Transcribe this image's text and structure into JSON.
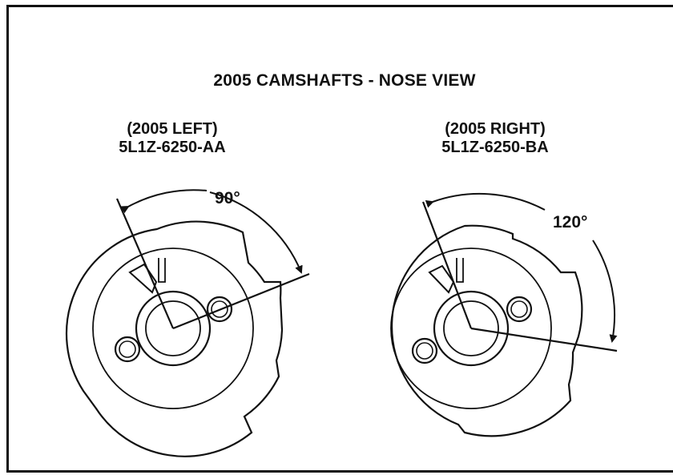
{
  "title": "2005 CAMSHAFTS - NOSE VIEW",
  "left": {
    "label_line1": "(2005 LEFT)",
    "label_line2": "5L1Z-6250-AA",
    "angle": "90°"
  },
  "right": {
    "label_line1": "(2005 RIGHT)",
    "label_line2": "5L1Z-6250-BA",
    "angle": "120°"
  },
  "colors": {
    "ink": "#111111",
    "background": "#ffffff"
  }
}
